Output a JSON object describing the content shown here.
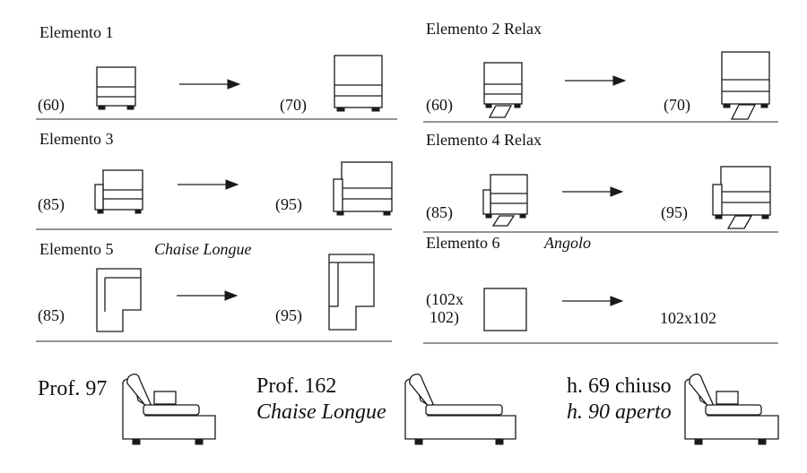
{
  "colors": {
    "ink": "#1a1a1a",
    "rule": "#555555",
    "background": "#ffffff"
  },
  "elements": [
    {
      "title": "Elemento 1",
      "subtitle": "",
      "from_label": "(60)",
      "to_label": "(70)"
    },
    {
      "title": "Elemento 2 Relax",
      "subtitle": "",
      "from_label": "(60)",
      "to_label": "(70)"
    },
    {
      "title": "Elemento 3",
      "subtitle": "",
      "from_label": "(85)",
      "to_label": "(95)"
    },
    {
      "title": "Elemento 4 Relax",
      "subtitle": "",
      "from_label": "(85)",
      "to_label": "(95)"
    },
    {
      "title": "Elemento 5",
      "subtitle": "Chaise Longue",
      "from_label": "(85)",
      "to_label": "(95)"
    },
    {
      "title": "Elemento 6",
      "subtitle": "Angolo",
      "from_label_line1": "(102x",
      "from_label_line2": "102)",
      "to_label": "102x102"
    }
  ],
  "profiles": [
    {
      "line1": "Prof. 97",
      "line2": ""
    },
    {
      "line1": "Prof. 162",
      "line2": "Chaise Longue"
    },
    {
      "line1": "h. 69 chiuso",
      "line2": "h. 90 aperto"
    }
  ],
  "icons": [
    "seat-module-icon",
    "arrow-right-icon",
    "recliner-module-icon",
    "armrest-module-icon",
    "chaise-longue-module-icon",
    "corner-module-icon",
    "sofa-side-profile-icon"
  ]
}
